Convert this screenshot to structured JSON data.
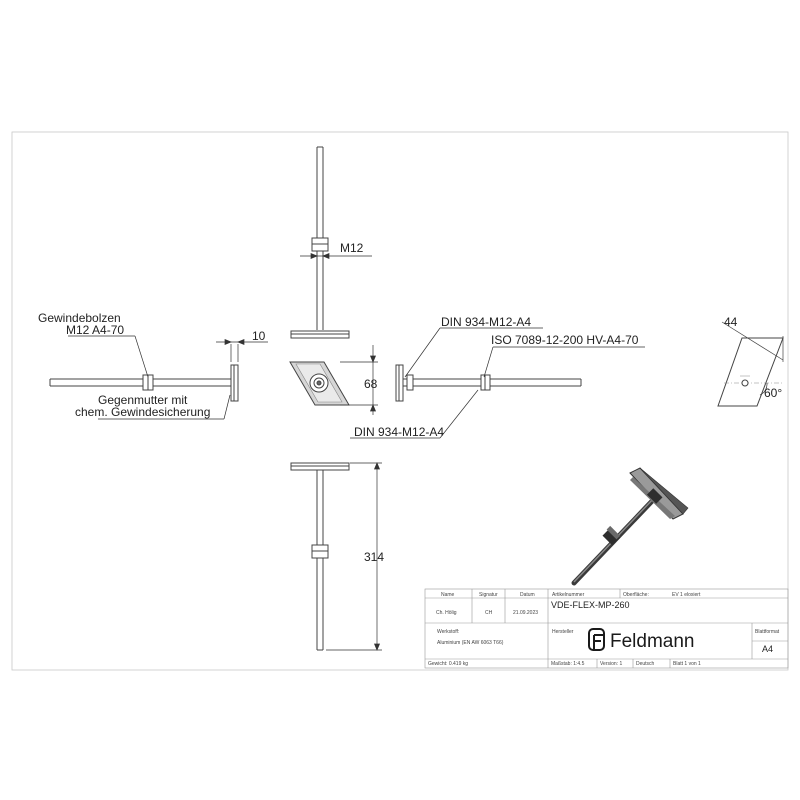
{
  "dimensions": {
    "m12": "M12",
    "d10": "10",
    "d68": "68",
    "d314": "314",
    "d44": "44",
    "angle": "60°"
  },
  "labels": {
    "gewindebolzen": "Gewindebolzen",
    "gewindebolzen_spec": "M12 A4-70",
    "gegenmutter_line1": "Gegenmutter mit",
    "gegenmutter_line2": "chem. Gewindesicherung",
    "din_top": "DIN 934-M12-A4",
    "iso": "ISO 7089-12-200 HV-A4-70",
    "din_bottom": "DIN 934-M12-A4"
  },
  "title_block": {
    "h_name": "Name",
    "h_signatur": "Signatur",
    "h_datum": "Datum",
    "h_artikelnummer": "Artikelnummer",
    "h_oberflaeche": "Oberfläche:",
    "oberflaeche_value": "EV 1 eloxiert",
    "v_name": "Ch. Hölig",
    "v_signatur": "CH",
    "v_datum": "21.09.2023",
    "artikelnummer": "VDE-FLEX-MP-260",
    "h_werkstoff": "Werkstoff:",
    "werkstoff_value": "Aluminium (EN AW 6063 T66)",
    "h_hersteller": "Hersteller",
    "h_blattformat": "Blattformat",
    "blattformat": "A4",
    "brand": "Feldmann",
    "gewicht": "Gewicht: 0.419 kg",
    "massstab": "Maßstab: 1:4.5",
    "version": "Version: 1",
    "sprache": "Deutsch",
    "blatt": "Blatt 1 von 1"
  },
  "icons": {
    "logo": "feldmann-logo-icon",
    "iso_view": "isometric-anchor-render"
  }
}
